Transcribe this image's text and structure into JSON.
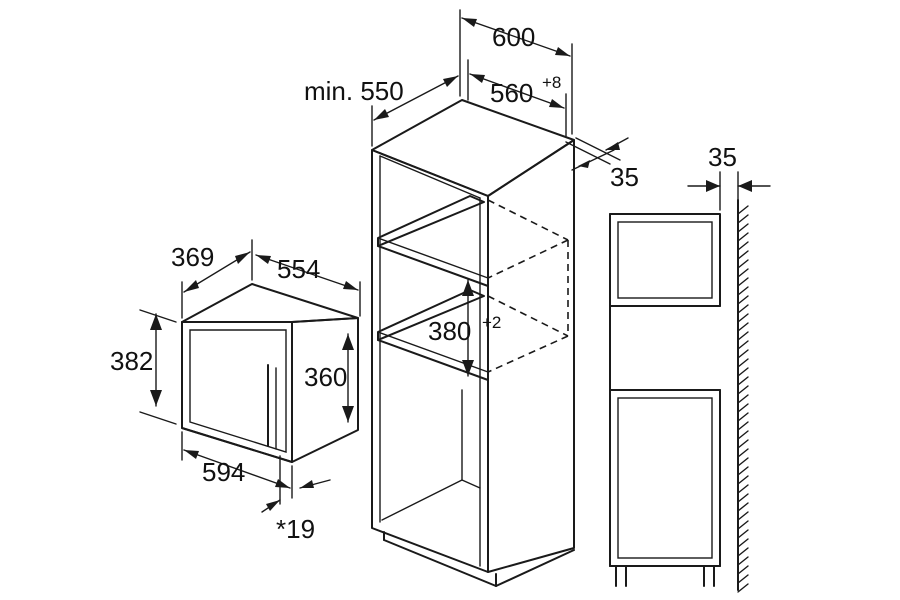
{
  "dimensions": {
    "depth_cabinet": "min. 550",
    "width_cabinet": "600",
    "niche_width": "560",
    "niche_width_tol": "+8",
    "side_gap": "35",
    "wall_gap": "35",
    "niche_height": "380",
    "niche_height_tol": "+2",
    "appliance_depth": "369",
    "appliance_inner_width": "554",
    "appliance_height": "382",
    "appliance_inner_height": "360",
    "appliance_width": "594",
    "front_depth": "*19"
  },
  "colors": {
    "line": "#1a1a1a",
    "background": "#ffffff"
  }
}
